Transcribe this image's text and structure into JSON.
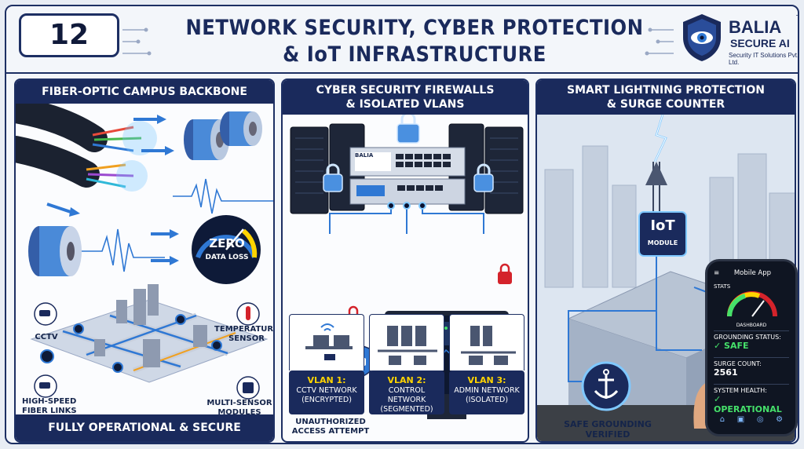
{
  "header": {
    "number": "12",
    "title_line1": "NETWORK SECURITY, CYBER PROTECTION",
    "title_line2": "& IoT INFRASTRUCTURE",
    "brand": {
      "name": "BALIA",
      "tm": "TM",
      "sub": "SECURE AI",
      "tagline": "Security IT Solutions Pvt. Ltd."
    }
  },
  "panel1": {
    "title": "FIBER-OPTIC CAMPUS BACKBONE",
    "zero": "ZERO",
    "data_loss": "DATA LOSS",
    "cctv": "CCTV",
    "temperature": "TEMPERATURE\nSENSOR",
    "fiber_links": "HIGH-SPEED\nFIBER LINKS",
    "multisensor": "MULTI-SENSOR\nMODULES",
    "footer": "FULLY OPERATIONAL & SECURE"
  },
  "panel2": {
    "title_line1": "CYBER SECURITY FIREWALLS",
    "title_line2": "& ISOLATED VLANS",
    "firewall_label": "BALIA",
    "vlans": [
      {
        "name": "VLAN 1:",
        "line1": "CCTV NETWORK",
        "line2": "(ENCRYPTED)"
      },
      {
        "name": "VLAN 2:",
        "line1": "CONTROL NETWORK",
        "line2": "(SEGMENTED)"
      },
      {
        "name": "VLAN 3:",
        "line1": "ADMIN NETWORK",
        "line2": "(ISOLATED)"
      }
    ],
    "unauthorized": "UNAUTHORIZED\nACCESS ATTEMPT"
  },
  "panel3": {
    "title_line1": "SMART LIGHTNING PROTECTION",
    "title_line2": "& SURGE COUNTER",
    "iot": "IoT",
    "module": "MODULE",
    "grounding": "SAFE GROUNDING\nVERIFIED",
    "phone": {
      "app_title": "Mobile App",
      "stats": "STATS",
      "dashboard": "DASHBOARD",
      "grounding_label": "GROUNDING STATUS:",
      "grounding_value": "✓ SAFE",
      "surge_label": "SURGE COUNT:",
      "surge_value": "2561",
      "health_label": "SYSTEM HEALTH:",
      "health_value": "✓ OPERATIONAL"
    }
  },
  "colors": {
    "navy": "#1a2a5c",
    "accent_blue": "#2f78d4",
    "yellow": "#ffd400",
    "green": "#45e06a",
    "alert_red": "#d4232b"
  }
}
